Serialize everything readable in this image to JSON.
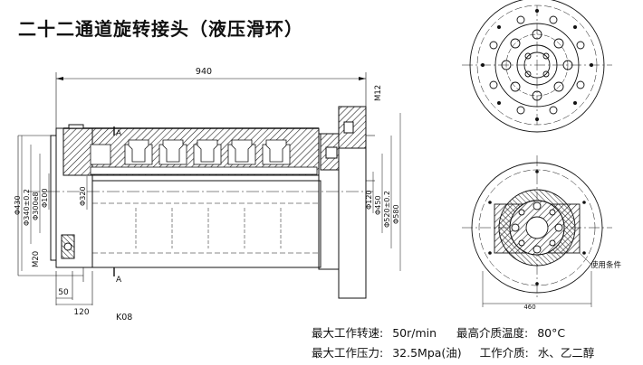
{
  "title": "二十二通道旋转接头（液压滑环）",
  "dimensions": {
    "overall_length": "940",
    "m12": "M12",
    "m20": "M20",
    "d430": "Φ430",
    "d340": "Φ340±0.2",
    "d300": "Φ300e8",
    "d100": "Φ100",
    "d320": "Φ320",
    "d120": "Φ120",
    "d450": "Φ450",
    "d520": "Φ520±0.2",
    "d580": "Φ580",
    "len50": "50",
    "len120": "120",
    "d460": "460"
  },
  "labels": {
    "section_a_top": "A",
    "section_a_bottom": "A",
    "model": "K08",
    "usage": "使用条件"
  },
  "specs": {
    "speed_label": "最大工作转速:",
    "speed_value": "50r/min",
    "temp_label": "最高介质温度:",
    "temp_value": "80°C",
    "pressure_label": "最大工作压力:",
    "pressure_value": "32.5Mpa(油)",
    "medium_label": "工作介质:",
    "medium_value": "水、乙二醇"
  }
}
